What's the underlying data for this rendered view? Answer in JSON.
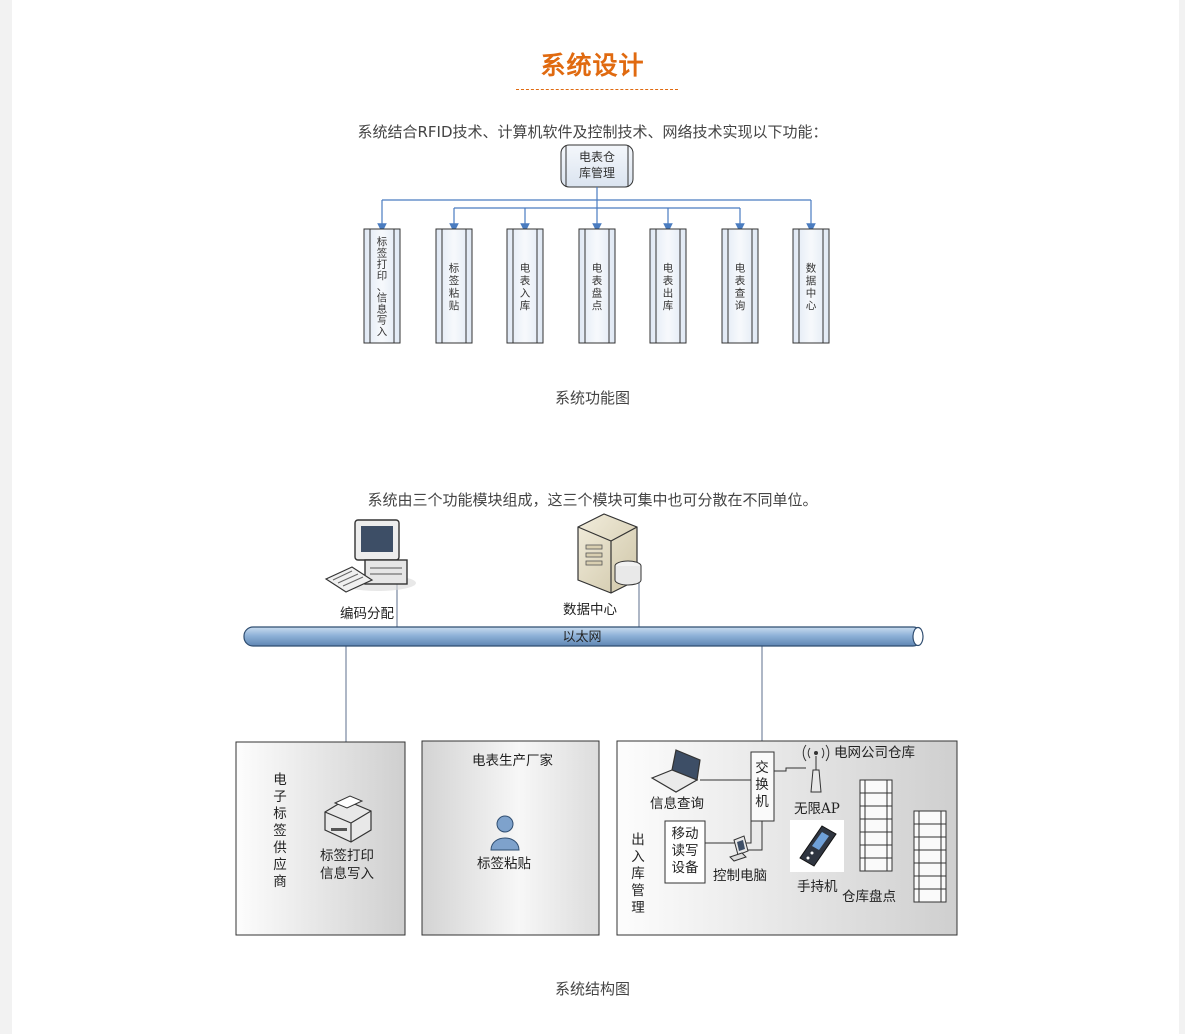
{
  "section": {
    "title": "系统设计",
    "intro_functions": "系统结合RFID技术、计算机软件及控制技术、网络技术实现以下功能：",
    "caption_functions": "系统功能图",
    "intro_structure": "系统由三个功能模块组成，这三个模块可集中也可分散在不同单位。",
    "caption_structure": "系统结构图"
  },
  "function_diagram": {
    "root": [
      "电表仓",
      "库管理"
    ],
    "children": [
      "标签打印、信息写入",
      "标签粘贴",
      "电表入库",
      "电表盘点",
      "电表出库",
      "电表查询",
      "数据中心"
    ]
  },
  "structure_diagram": {
    "network_label": "以太网",
    "top_nodes": [
      {
        "label": "编码分配",
        "icon": "desktop-computer-icon"
      },
      {
        "label": "数据中心",
        "icon": "server-icon"
      }
    ],
    "panels": [
      {
        "title": "电子标签供应商",
        "items": [
          {
            "label": "标签打印\n信息写入",
            "icon": "label-printer-icon"
          }
        ]
      },
      {
        "title": "电表生产厂家",
        "items": [
          {
            "label": "标签粘贴",
            "icon": "user-icon"
          }
        ]
      },
      {
        "title": "电网公司仓库",
        "items": [
          {
            "label": "信息查询",
            "icon": "laptop-icon"
          },
          {
            "label": "交换机",
            "icon": "switch-icon"
          },
          {
            "label": "无限AP",
            "icon": "wireless-ap-icon"
          },
          {
            "label": "手持机",
            "icon": "handheld-terminal-icon"
          },
          {
            "label": "移动读写设备",
            "icon": "reader-box"
          },
          {
            "label": "控制电脑",
            "icon": "control-pc-icon"
          },
          {
            "label": "出入库管理",
            "icon": "text"
          },
          {
            "label": "仓库盘点",
            "icon": "shelf-icon"
          }
        ]
      }
    ]
  },
  "colors": {
    "title": "#e06a10",
    "connector": "#4a7cc0",
    "network_bar": "#8fb2d8"
  }
}
